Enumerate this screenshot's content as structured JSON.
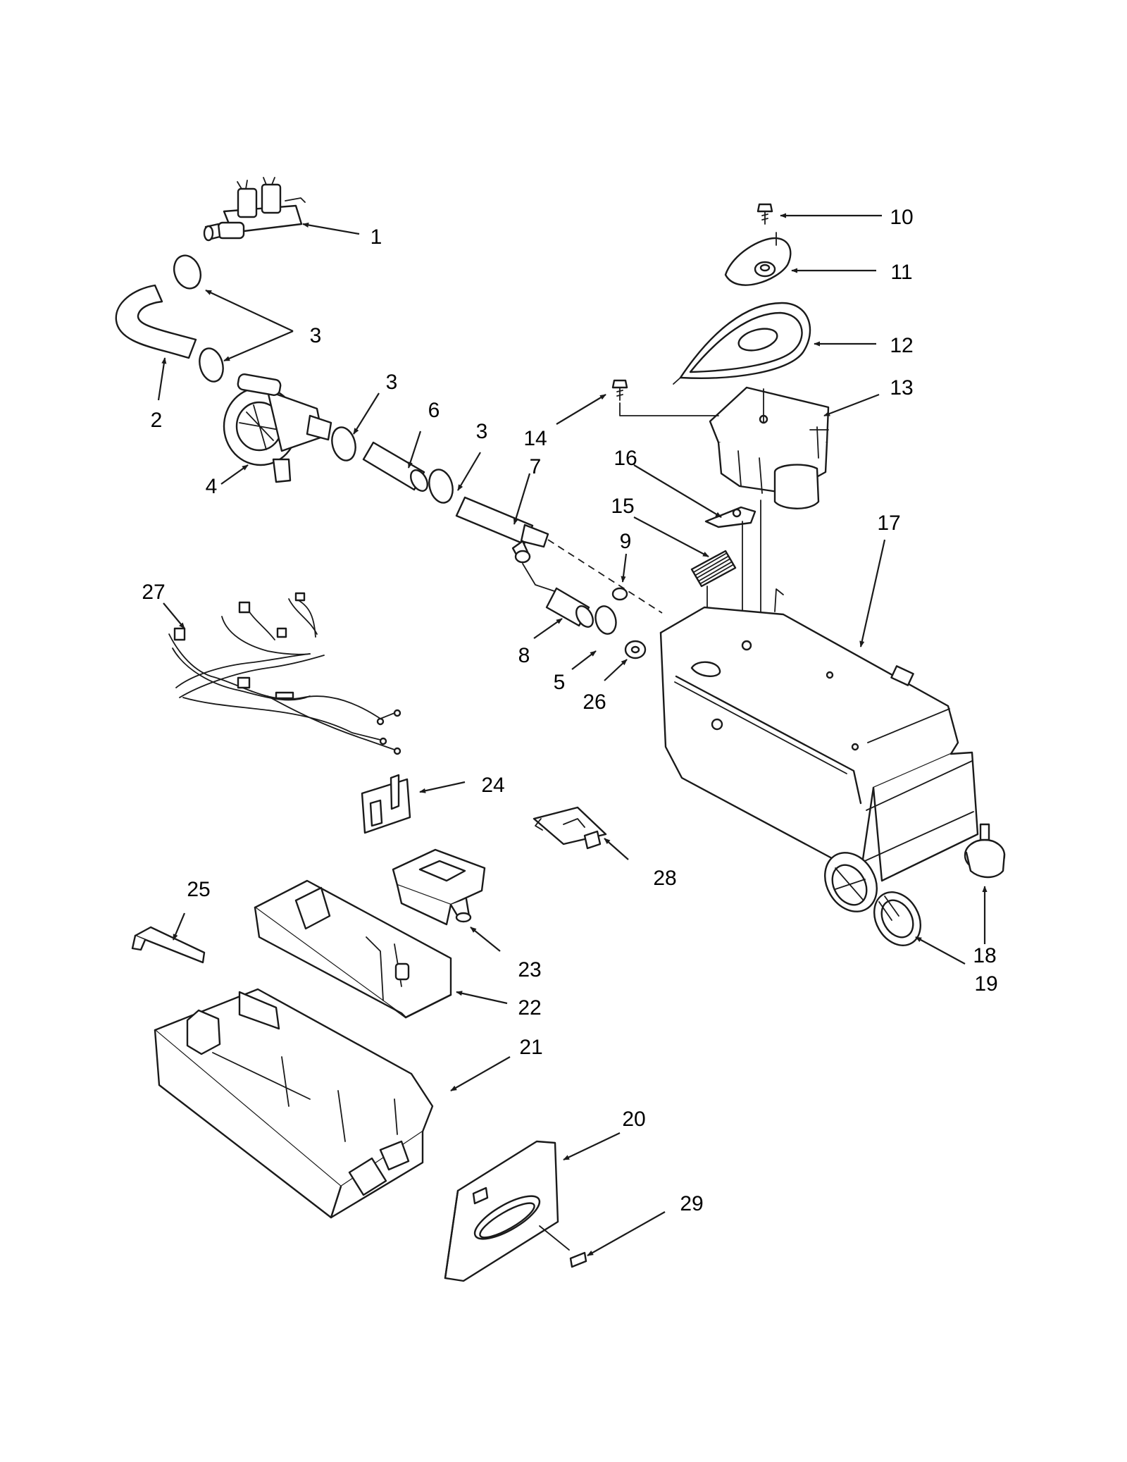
{
  "callouts": [
    {
      "id": "1",
      "label": "1"
    },
    {
      "id": "2",
      "label": "2"
    },
    {
      "id": "3a",
      "label": "3"
    },
    {
      "id": "3b",
      "label": "3"
    },
    {
      "id": "3c",
      "label": "3"
    },
    {
      "id": "4",
      "label": "4"
    },
    {
      "id": "5",
      "label": "5"
    },
    {
      "id": "6",
      "label": "6"
    },
    {
      "id": "7",
      "label": "7"
    },
    {
      "id": "8",
      "label": "8"
    },
    {
      "id": "9",
      "label": "9"
    },
    {
      "id": "10",
      "label": "10"
    },
    {
      "id": "11",
      "label": "11"
    },
    {
      "id": "12",
      "label": "12"
    },
    {
      "id": "13",
      "label": "13"
    },
    {
      "id": "14",
      "label": "14"
    },
    {
      "id": "15",
      "label": "15"
    },
    {
      "id": "16",
      "label": "16"
    },
    {
      "id": "17",
      "label": "17"
    },
    {
      "id": "18",
      "label": "18"
    },
    {
      "id": "19",
      "label": "19"
    },
    {
      "id": "20",
      "label": "20"
    },
    {
      "id": "21",
      "label": "21"
    },
    {
      "id": "22",
      "label": "22"
    },
    {
      "id": "23",
      "label": "23"
    },
    {
      "id": "24",
      "label": "24"
    },
    {
      "id": "25",
      "label": "25"
    },
    {
      "id": "26",
      "label": "26"
    },
    {
      "id": "27",
      "label": "27"
    },
    {
      "id": "28",
      "label": "28"
    },
    {
      "id": "29",
      "label": "29"
    }
  ]
}
